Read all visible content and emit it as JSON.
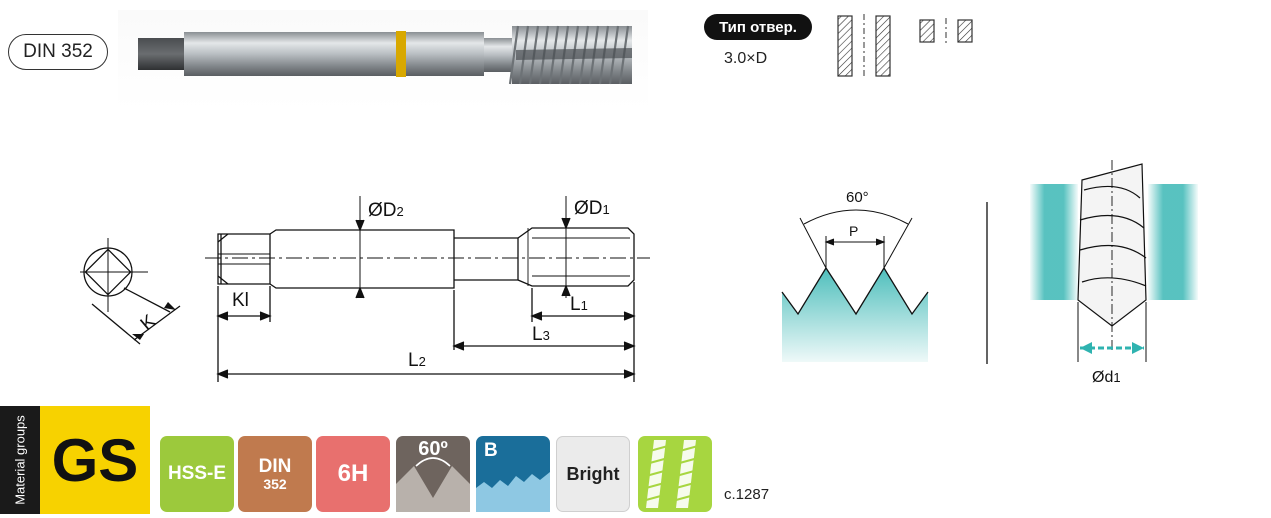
{
  "standard_badge": "DIN 352",
  "hole_type": {
    "label": "Тип отвер.",
    "depth": "3.0×D"
  },
  "dimensions": {
    "d2": "ØD",
    "d2_sub": "2",
    "d1": "ØD",
    "d1_sub": "1",
    "kl": "Kl",
    "k": "K",
    "l1": "L",
    "l1_sub": "1",
    "l3": "L",
    "l3_sub": "3",
    "l2": "L",
    "l2_sub": "2",
    "angle": "60°",
    "pitch": "P",
    "drill": "Ød",
    "drill_sub": "1"
  },
  "material_groups": {
    "label": "Material groups",
    "value": "GS"
  },
  "feature_tiles": {
    "material": "HSS-E",
    "din_top": "DIN",
    "din_bottom": "352",
    "tolerance": "6H",
    "thread_angle": "60º",
    "chamfer_form": "B",
    "coating": "Bright",
    "flute": "straight-flute-icon"
  },
  "page_ref": "c.1287",
  "colors": {
    "yellow": "#f7d200",
    "teal": "#2fb3b0",
    "hss": "#9cc93c",
    "din": "#c07a4e",
    "tol": "#e8706e",
    "angle": "#6e645e",
    "form": "#1a6e9a"
  }
}
